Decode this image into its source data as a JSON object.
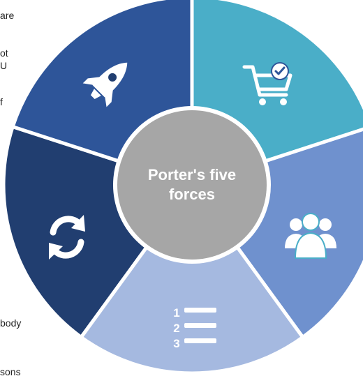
{
  "background_fragments": [
    "are",
    "ot",
    "U",
    "f",
    "body",
    "sons"
  ],
  "center": {
    "title_line1": "Porter's five",
    "title_line2": "forces"
  },
  "segments": [
    {
      "name": "new-entrants",
      "icon": "rocket-icon",
      "color": "#213E70"
    },
    {
      "name": "buyers",
      "icon": "shopping-cart-check-icon",
      "color": "#2E5599"
    },
    {
      "name": "suppliers",
      "icon": "user-group-icon",
      "color": "#4AAEC8"
    },
    {
      "name": "rivalry",
      "icon": "numbered-list-icon",
      "color": "#6F91CE"
    },
    {
      "name": "substitutes",
      "icon": "sync-arrows-icon",
      "color": "#A5B9E0"
    }
  ],
  "center_color": "#A6A6A6"
}
